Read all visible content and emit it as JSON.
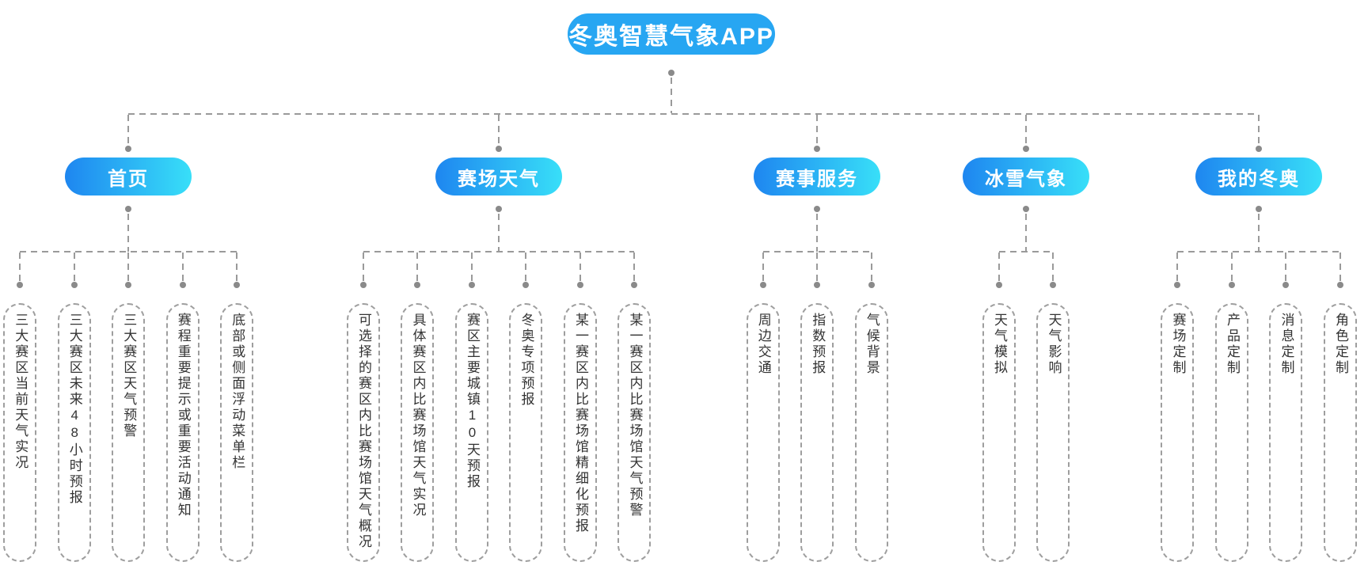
{
  "root": {
    "label": "冬奥智慧气象APP"
  },
  "branches": [
    {
      "label": "首页",
      "children": [
        "三大赛区当前天气实况",
        "三大赛区未来48小时预报",
        "三大赛区天气预警",
        "赛程重要提示或重要活动通知",
        "底部或侧面浮动菜单栏"
      ]
    },
    {
      "label": "赛场天气",
      "children": [
        "可选择的赛区内比赛场馆天气概况",
        "具体赛区内比赛场馆天气实况",
        "赛区主要城镇10天预报",
        "冬奥专项预报",
        "某一赛区内比赛场馆精细化预报",
        "某一赛区内比赛场馆天气预警"
      ]
    },
    {
      "label": "赛事服务",
      "children": [
        "周边交通",
        "指数预报",
        "气候背景"
      ]
    },
    {
      "label": "冰雪气象",
      "children": [
        "天气模拟",
        "天气影响"
      ]
    },
    {
      "label": "我的冬奥",
      "children": [
        "赛场定制",
        "产品定制",
        "消息定制",
        "角色定制"
      ]
    }
  ],
  "colors": {
    "root_blue": "#27a6f2",
    "branch_gradient_start": "#1e86f0",
    "branch_gradient_end": "#38dff8",
    "connector_gray": "#9a9a9a",
    "dot_gray": "#8a8a8a",
    "leaf_border_gray": "#9e9e9e",
    "leaf_text": "#333333",
    "node_text": "#ffffff"
  }
}
